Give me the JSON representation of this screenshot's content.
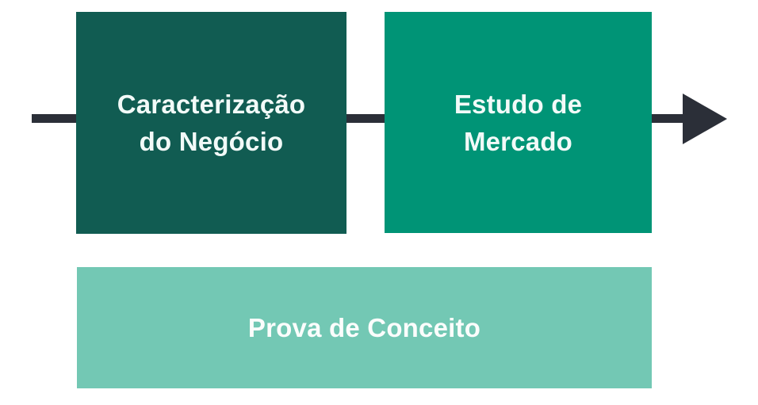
{
  "diagram": {
    "background_color": "#ffffff",
    "arrow": {
      "direction": "right",
      "color": "#2b2f38"
    },
    "boxes": [
      {
        "label": "Caracterização do Negócio",
        "lines": [
          "Caracterização",
          "do Negócio"
        ],
        "bg": "#115c52",
        "text_color": "#f2faf8"
      },
      {
        "label": "Estudo de Mercado",
        "lines": [
          "Estudo de",
          "Mercado"
        ],
        "bg": "#009476",
        "text_color": "#f2faf8"
      },
      {
        "label": "Prova de Conceito",
        "lines": [
          "Prova de Conceito"
        ],
        "bg": "#73c8b4",
        "text_color": "#fbfdfc"
      }
    ]
  }
}
